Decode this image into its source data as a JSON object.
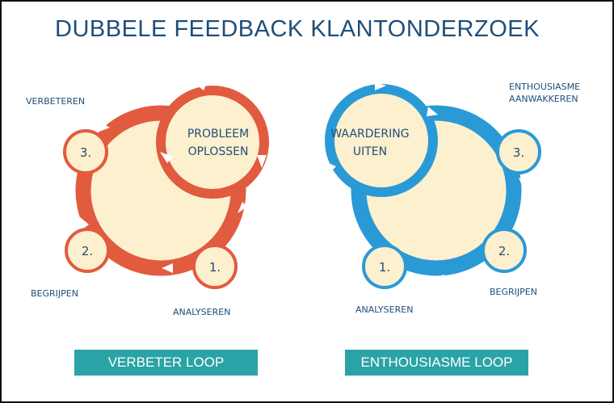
{
  "title": "DUBBELE FEEDBACK KLANTONDERZOEK",
  "colors": {
    "left_loop": "#e15b3f",
    "right_loop": "#2a9ad6",
    "fill": "#fdf0cf",
    "button": "#2aa3a6",
    "text": "#1f4e79"
  },
  "left_loop": {
    "center_lines": [
      "PROBLEEM",
      "OPLOSSEN"
    ],
    "steps": [
      {
        "number": "1.",
        "label": "ANALYSEREN"
      },
      {
        "number": "2.",
        "label": "BEGRIJPEN"
      },
      {
        "number": "3.",
        "label": "VERBETEREN"
      }
    ],
    "button": "VERBETER LOOP"
  },
  "right_loop": {
    "center_lines": [
      "WAARDERING",
      "UITEN"
    ],
    "steps": [
      {
        "number": "1.",
        "label": "ANALYSEREN"
      },
      {
        "number": "2.",
        "label": "BEGRIJPEN"
      },
      {
        "number": "3.",
        "label_lines": [
          "ENTHOUSIASME",
          "AANWAKKEREN"
        ]
      }
    ],
    "button": "ENTHOUSIASME LOOP"
  }
}
